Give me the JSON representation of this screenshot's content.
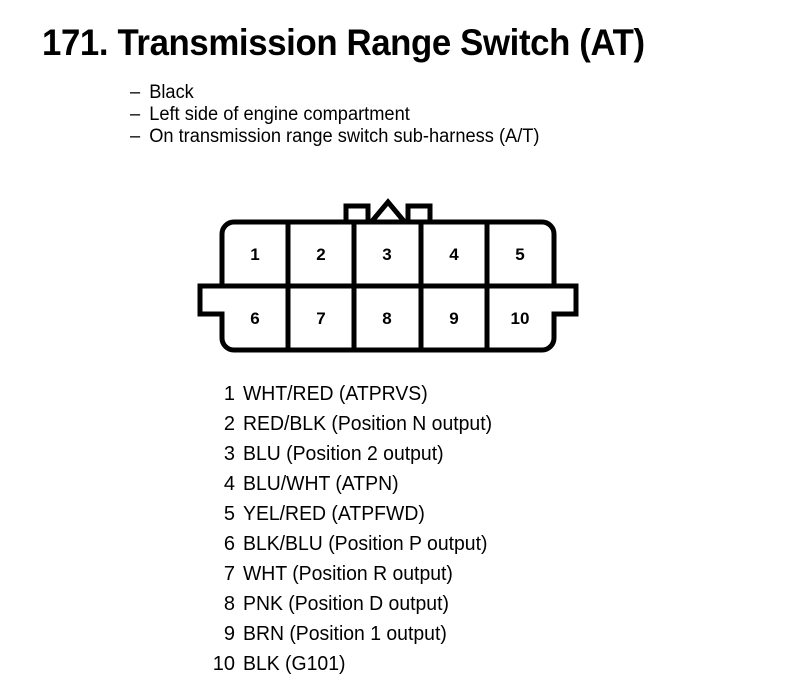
{
  "title": "171. Transmission Range Switch (AT)",
  "attributes": [
    {
      "dash": "–",
      "text": "Black"
    },
    {
      "dash": "–",
      "text": "Left side of engine compartment"
    },
    {
      "dash": "–",
      "text": "On transmission range switch sub-harness (A/T)"
    }
  ],
  "connector": {
    "top_row_pins": [
      "1",
      "2",
      "3",
      "4",
      "5"
    ],
    "bottom_row_pins": [
      "6",
      "7",
      "8",
      "9",
      "10"
    ],
    "outline_color": "#000000",
    "fill_color": "#ffffff"
  },
  "pin_legend": [
    {
      "pin": "1",
      "description": "WHT/RED (ATPRVS)"
    },
    {
      "pin": "2",
      "description": "RED/BLK (Position N output)"
    },
    {
      "pin": "3",
      "description": "BLU (Position 2 output)"
    },
    {
      "pin": "4",
      "description": "BLU/WHT (ATPN)"
    },
    {
      "pin": "5",
      "description": "YEL/RED (ATPFWD)"
    },
    {
      "pin": "6",
      "description": "BLK/BLU (Position P output)"
    },
    {
      "pin": "7",
      "description": "WHT (Position R output)"
    },
    {
      "pin": "8",
      "description": "PNK (Position D output)"
    },
    {
      "pin": "9",
      "description": "BRN (Position 1 output)"
    },
    {
      "pin": "10",
      "description": "BLK (G101)"
    }
  ]
}
